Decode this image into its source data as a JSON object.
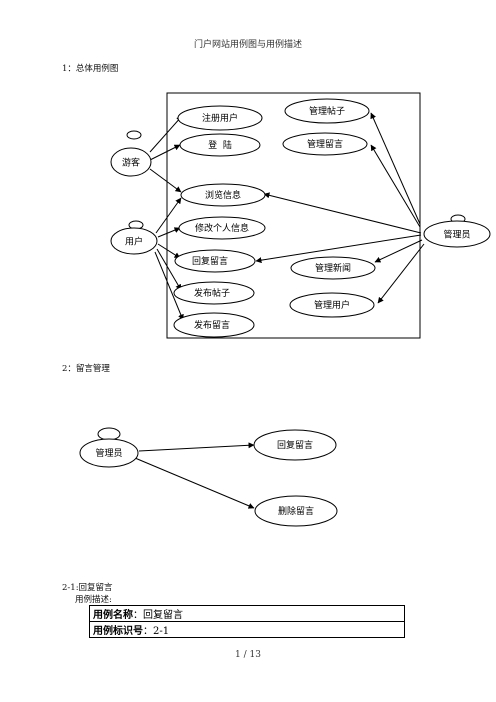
{
  "header": {
    "title": "门户网站用例图与用例描述"
  },
  "section1": {
    "heading": "1：总体用例图",
    "actors": [
      "游客",
      "用户",
      "管理员"
    ],
    "use_cases": [
      "注册用户",
      "登  陆",
      "浏览信息",
      "修改个人信息",
      "回复留言",
      "发布帖子",
      "发布留言",
      "管理帖子",
      "管理留言",
      "管理新闻",
      "管理用户"
    ]
  },
  "section2": {
    "heading": "2：留言管理",
    "actor": "管理员",
    "use_cases": [
      "回复留言",
      "删除留言"
    ]
  },
  "section3": {
    "heading": "2-1:回复留言",
    "sub": "用例描述:",
    "rows": [
      {
        "label": "用例名称",
        "value": "回复留言"
      },
      {
        "label": "用例标识号",
        "value": "2-1"
      }
    ]
  },
  "footer": {
    "page": "1 / 13"
  }
}
